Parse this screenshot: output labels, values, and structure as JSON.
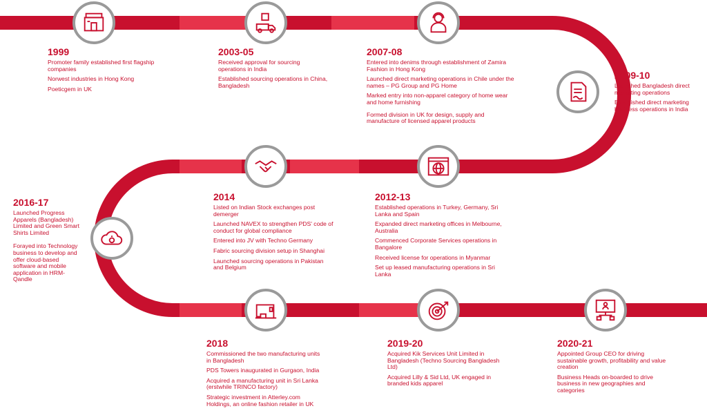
{
  "colors": {
    "road_dark": "#c8102e",
    "road_light": "#e6334a",
    "text": "#c8102e",
    "node_ring": "#9a9a9a"
  },
  "milestones": [
    {
      "year": "1999",
      "icon": "storefront-icon",
      "items": [
        "Promoter family established first flagship companies",
        "Norwest industries in Hong Kong",
        "Poeticgem in UK"
      ]
    },
    {
      "year": "2003-05",
      "icon": "delivery-truck-icon",
      "items": [
        "Received approval for sourcing operations in India",
        "Established sourcing operations in China, Bangladesh"
      ]
    },
    {
      "year": "2007-08",
      "icon": "headset-agent-icon",
      "items": [
        "Entered into denims through establishment of Zamira Fashion in Hong Kong",
        "Launched direct marketing operations in Chile under the names – PG Group and PG Home",
        "Marked entry into non-apparel category of home wear and home furnishing",
        "Formed division in UK for design, supply and manufacture of licensed apparel products"
      ]
    },
    {
      "year": "2009-10",
      "icon": "contract-signing-icon",
      "items": [
        "Launched Bangladesh direct marketing operations",
        "Established direct marketing business operations in India"
      ]
    },
    {
      "year": "2012-13",
      "icon": "globe-web-icon",
      "items": [
        "Established operations in Turkey, Germany, Sri Lanka and Spain",
        "Expanded direct marketing offices in Melbourne, Australia",
        "Commenced Corporate Services operations in Bangalore",
        "Received license for operations in Myanmar",
        "Set up leased manufacturing operations in Sri Lanka"
      ]
    },
    {
      "year": "2014",
      "icon": "handshake-icon",
      "items": [
        "Listed on Indian Stock exchanges post demerger",
        "Launched NAVEX to strengthen PDS' code of conduct for global compliance",
        "Entered into JV with Techno Germany",
        "Fabric sourcing division setup in Shanghai",
        "Launched sourcing operations in Pakistan and Belgium"
      ]
    },
    {
      "year": "2016-17",
      "icon": "cloud-gear-icon",
      "items": [
        "Launched Progress Apparels (Bangladesh) Limited and Green Smart Shirts Limited",
        "Forayed into Technology business to develop and offer cloud-based software and mobile application in HRM-Qandle"
      ]
    },
    {
      "year": "2018",
      "icon": "sewing-machine-icon",
      "items": [
        "Commissioned the two manufacturing units in Bangladesh",
        "PDS Towers inaugurated in Gurgaon, India",
        "Acquired a manufacturing unit in Sri Lanka (erstwhile TRINCO factory)",
        "Strategic investment in Atterley.com Holdings, an online fashion retailer in UK"
      ]
    },
    {
      "year": "2019-20",
      "icon": "target-arrow-icon",
      "items": [
        "Acquired Kik Services Unit Limited in Bangladesh (Techno Sourcing Bangladesh Ltd)",
        "Acquired Lilly & Sid Ltd, UK engaged in branded kids apparel"
      ]
    },
    {
      "year": "2020-21",
      "icon": "org-presentation-icon",
      "items": [
        "Appointed Group CEO for driving sustainable growth, profitability and value creation",
        "Business Heads on-boarded to drive business in new geographies and categories"
      ]
    }
  ]
}
